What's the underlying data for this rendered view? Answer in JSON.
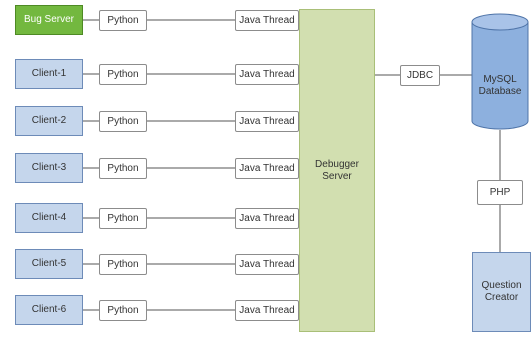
{
  "clients": [
    {
      "label": "Bug Server",
      "kind": "bug"
    },
    {
      "label": "Client-1",
      "kind": "client"
    },
    {
      "label": "Client-2",
      "kind": "client"
    },
    {
      "label": "Client-3",
      "kind": "client"
    },
    {
      "label": "Client-4",
      "kind": "client"
    },
    {
      "label": "Client-5",
      "kind": "client"
    },
    {
      "label": "Client-6",
      "kind": "client"
    }
  ],
  "python_label": "Python",
  "thread_label": "Java Thread",
  "debugger_server": {
    "line1": "Debugger",
    "line2": "Server"
  },
  "jdbc_label": "JDBC",
  "database": {
    "line1": "MySQL",
    "line2": "Database"
  },
  "php_label": "PHP",
  "question_creator": {
    "line1": "Question",
    "line2": "Creator"
  },
  "colors": {
    "bug_server": "#73b83f",
    "client": "#c5d6ec",
    "debugger_server": "#d2dfb0",
    "database": "#8db0de",
    "question_creator": "#c5d6ec"
  }
}
